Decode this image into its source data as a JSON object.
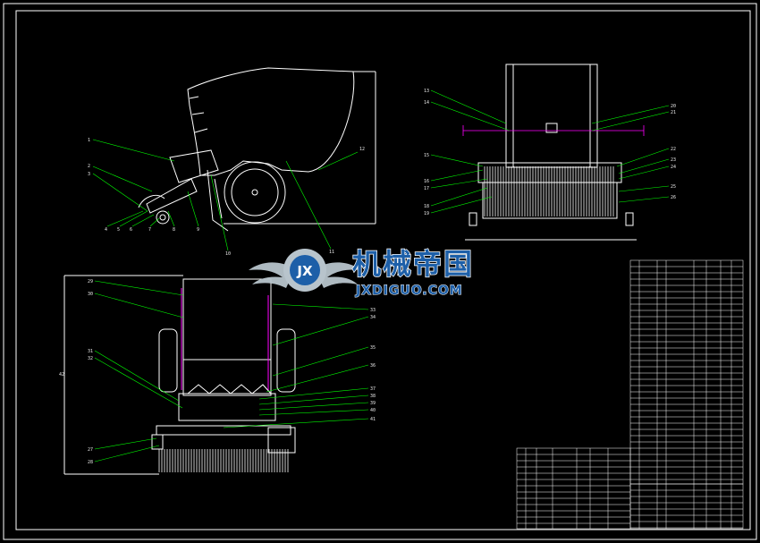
{
  "watermark": {
    "badge": "JX",
    "text_cn": "机械帝国",
    "text_en": "JXDIGUO.COM"
  },
  "colors": {
    "background": "#000000",
    "frame": "#ffffff",
    "leader": "#00ff00",
    "dim": "#ff00ff",
    "outline": "#ffffff",
    "logo_silver": "#b8c4cc",
    "logo_blue": "#1d5fa8"
  },
  "views": {
    "side": {
      "callouts": [
        "1",
        "2",
        "3",
        "4",
        "5",
        "6",
        "7",
        "8",
        "9",
        "10",
        "11",
        "12"
      ]
    },
    "rear": {
      "callouts": [
        "13",
        "14",
        "15",
        "16",
        "17",
        "18",
        "19",
        "20",
        "21",
        "22",
        "23",
        "24",
        "25",
        "26"
      ]
    },
    "top": {
      "callouts": [
        "27",
        "28",
        "29",
        "30",
        "31",
        "32",
        "33",
        "34",
        "35",
        "36",
        "37",
        "38",
        "39",
        "40",
        "41",
        "42"
      ]
    }
  }
}
